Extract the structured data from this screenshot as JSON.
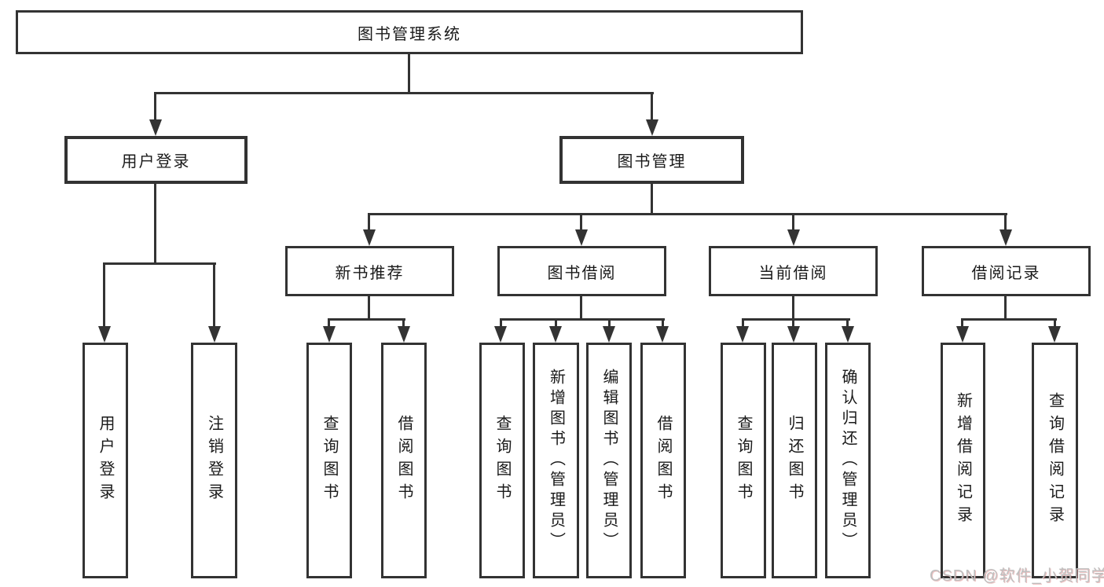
{
  "diagram": {
    "root": {
      "label": "图书管理系统"
    },
    "level2": {
      "user_login": "用户登录",
      "book_management": "图书管理"
    },
    "level3": {
      "new_books": "新书推荐",
      "borrowing": "图书借阅",
      "current": "当前借阅",
      "records": "借阅记录"
    },
    "leaves": {
      "login": [
        "用户登录",
        "注销登录"
      ],
      "new_books": [
        "查询图书",
        "借阅图书"
      ],
      "borrowing": [
        "查询图书",
        "新增图书（管理员）",
        "编辑图书（管理员）",
        "借阅图书"
      ],
      "current": [
        "查询图书",
        "归还图书",
        "确认归还（管理员）"
      ],
      "records": [
        "新增借阅记录",
        "查询借阅记录"
      ]
    }
  },
  "watermark": {
    "text": "CSDN @软件_小贺同学"
  },
  "colors": {
    "line": "#333333",
    "box_border": "#333333",
    "text": "#1a1a1a",
    "watermark": "#bfbfbf",
    "background": "#ffffff"
  }
}
